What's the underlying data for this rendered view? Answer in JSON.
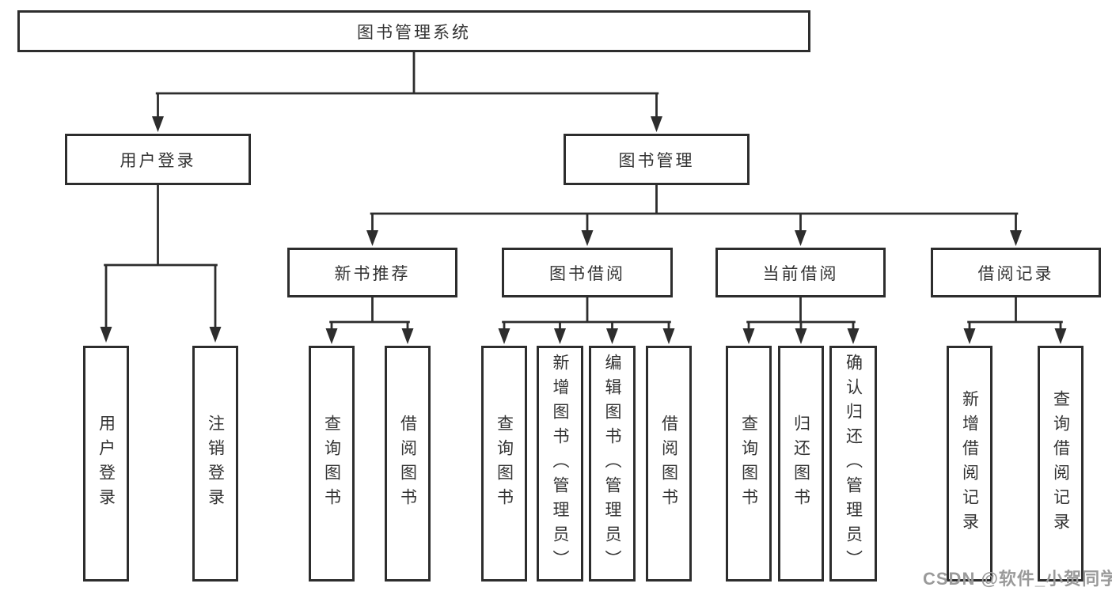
{
  "tree": {
    "root": {
      "label": "图书管理系统"
    },
    "level1": [
      {
        "label": "用户登录"
      },
      {
        "label": "图书管理"
      }
    ],
    "level2": [
      {
        "label": "新书推荐"
      },
      {
        "label": "图书借阅"
      },
      {
        "label": "当前借阅"
      },
      {
        "label": "借阅记录"
      }
    ],
    "leaf_groups": [
      {
        "parent": "用户登录",
        "leaves": [
          {
            "label": "用户登录"
          },
          {
            "label": "注销登录"
          }
        ]
      },
      {
        "parent": "新书推荐",
        "leaves": [
          {
            "label": "查询图书"
          },
          {
            "label": "借阅图书"
          }
        ]
      },
      {
        "parent": "图书借阅",
        "leaves": [
          {
            "label": "查询图书"
          },
          {
            "label": "新增图书（管理员）"
          },
          {
            "label": "编辑图书（管理员）"
          },
          {
            "label": "借阅图书"
          }
        ]
      },
      {
        "parent": "当前借阅",
        "leaves": [
          {
            "label": "查询图书"
          },
          {
            "label": "归还图书"
          },
          {
            "label": "确认归还（管理员）"
          }
        ]
      },
      {
        "parent": "借阅记录",
        "leaves": [
          {
            "label": "新增借阅记录"
          },
          {
            "label": "查询借阅记录"
          }
        ]
      }
    ]
  },
  "watermark": {
    "text": "CSDN @软件_小贺同学"
  },
  "colors": {
    "line": "#2d2d2d",
    "text": "#333333",
    "watermark": "#9a9a9a",
    "background": "#ffffff"
  }
}
